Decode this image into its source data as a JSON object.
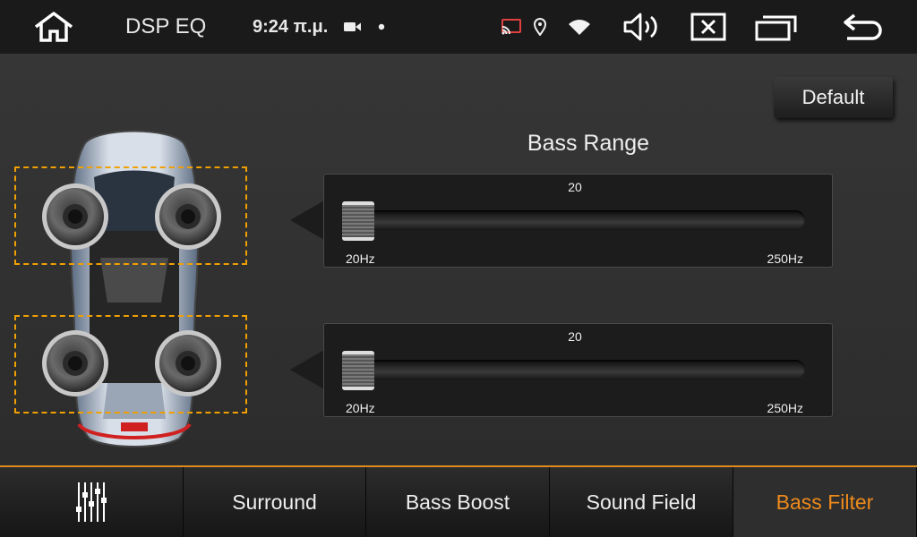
{
  "status_bar": {
    "title": "DSP EQ",
    "time": "9:24 π.μ.",
    "icons": [
      "home-icon",
      "video-camera-icon",
      "notification-dot-icon",
      "cast-icon",
      "location-pin-icon",
      "wifi-icon",
      "volume-icon",
      "close-icon",
      "recent-apps-icon",
      "back-icon"
    ]
  },
  "main": {
    "default_button": "Default",
    "section_title": "Bass Range",
    "sliders": [
      {
        "value": "20",
        "min_label": "20Hz",
        "max_label": "250Hz",
        "level": 0
      },
      {
        "value": "20",
        "min_label": "20Hz",
        "max_label": "250Hz",
        "level": 0
      }
    ]
  },
  "tabs": [
    {
      "label": "",
      "icon": "equalizer-icon"
    },
    {
      "label": "Surround"
    },
    {
      "label": "Bass Boost"
    },
    {
      "label": "Sound Field"
    },
    {
      "label": "Bass Filter",
      "active": true
    }
  ],
  "colors": {
    "accent": "#ef8a1c",
    "zone_border": "#f0a000"
  }
}
